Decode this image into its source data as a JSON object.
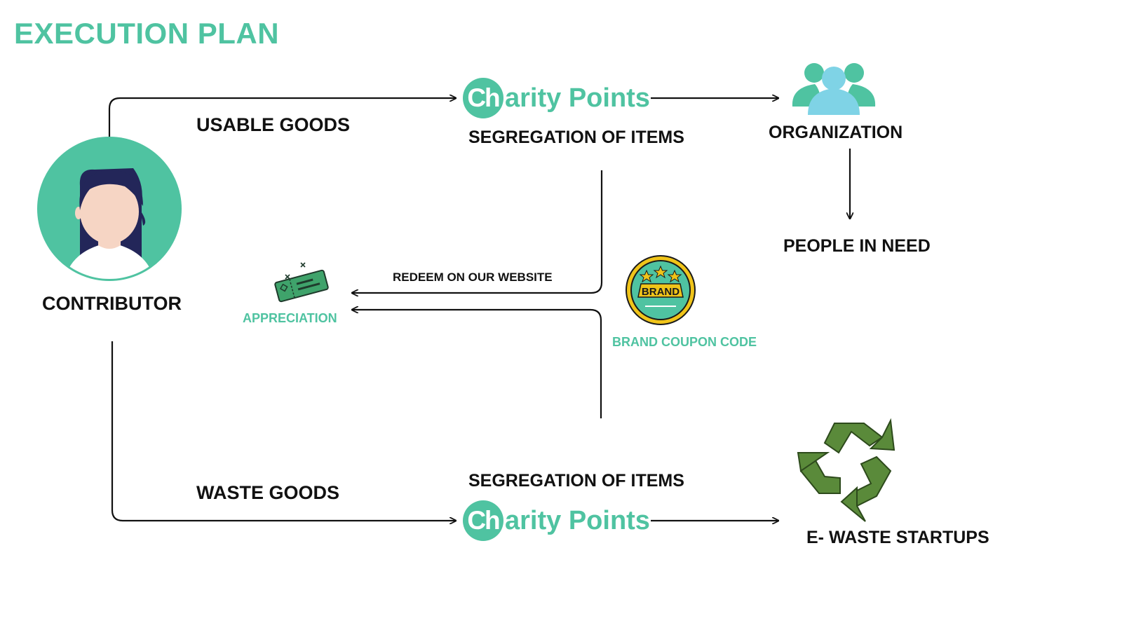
{
  "title": "EXECUTION PLAN",
  "colors": {
    "accent": "#4fc3a1",
    "dark_text": "#111111",
    "avatar_hair": "#232659",
    "avatar_skin": "#f6d5c4",
    "group_light": "#7fd3e6",
    "recycle": "#5a8a3a",
    "ticket": "#3fa36b",
    "badge_gold": "#f0c419"
  },
  "nodes": {
    "contributor": "CONTRIBUTOR",
    "usable_goods": "USABLE GOODS",
    "waste_goods": "WASTE GOODS",
    "segregation_top": "SEGREGATION OF ITEMS",
    "segregation_bottom": "SEGREGATION OF ITEMS",
    "organization": "ORGANIZATION",
    "people_in_need": "PEOPLE IN NEED",
    "e_waste": "E- WASTE STARTUPS",
    "redeem": "REDEEM ON OUR WEBSITE",
    "appreciation": "APPRECIATION",
    "brand_coupon": "BRAND COUPON CODE"
  },
  "logo": {
    "badge_text": "Ch",
    "rest_text": "arity Points"
  },
  "brand_badge_text": "BRAND",
  "icons": [
    "avatar-icon",
    "group-icon",
    "ticket-icon",
    "brand-badge-icon",
    "recycle-icon"
  ]
}
